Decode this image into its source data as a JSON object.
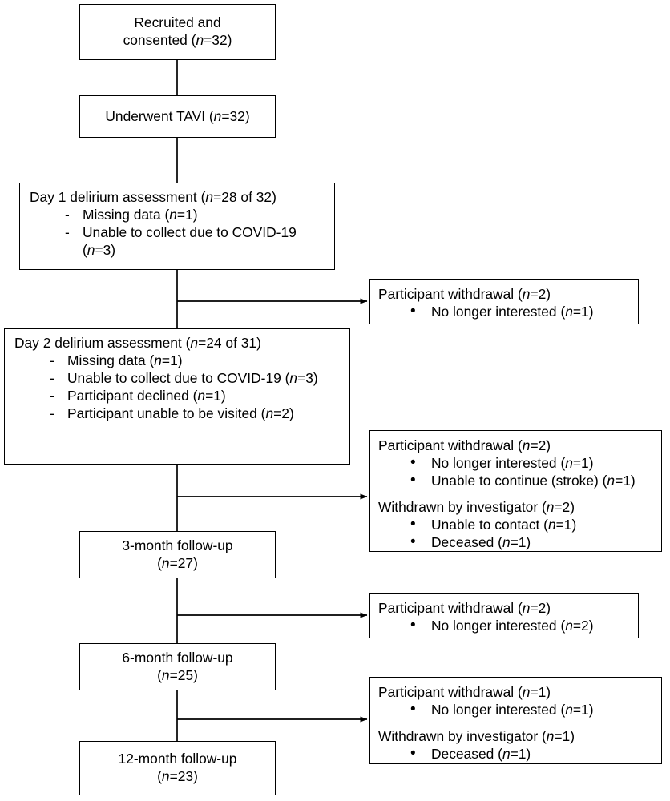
{
  "figure": {
    "kind": "participant-flow-diagram",
    "ink_color": "#000000",
    "background_color": "#ffffff"
  },
  "main_flow": {
    "recruited": {
      "line1": "Recruited and",
      "line2": "consented (n=32)"
    },
    "tavi": {
      "line1": "Underwent TAVI (n=32)"
    },
    "day1": {
      "title": "Day 1 delirium assessment (n=28 of 32)",
      "items": [
        "Missing data (n=1)",
        "Unable to collect due to COVID-19 (n=3)"
      ]
    },
    "day2": {
      "title": "Day 2 delirium assessment (n=24 of 31)",
      "items": [
        "Missing data (n=1)",
        "Unable to collect due to COVID-19 (n=3)",
        "Participant declined (n=1)",
        "Participant unable to be visited (n=2)"
      ]
    },
    "m3": {
      "line1": "3-month follow-up",
      "line2": "(n=27)"
    },
    "m6": {
      "line1": "6-month follow-up",
      "line2": "(n=25)"
    },
    "m12": {
      "line1": "12-month follow-up",
      "line2": "(n=23)"
    }
  },
  "exclusions": {
    "after_day1": {
      "groups": [
        {
          "title": "Participant withdrawal (n=2)",
          "items": [
            "No longer interested (n=1)"
          ]
        }
      ]
    },
    "after_day2": {
      "groups": [
        {
          "title": "Participant withdrawal (n=2)",
          "items": [
            "No longer interested (n=1)",
            "Unable to continue (stroke) (n=1)"
          ]
        },
        {
          "title": "Withdrawn by investigator (n=2)",
          "items": [
            "Unable to contact (n=1)",
            "Deceased (n=1)"
          ]
        }
      ]
    },
    "after_m3": {
      "groups": [
        {
          "title": "Participant withdrawal (n=2)",
          "items": [
            "No longer interested (n=2)"
          ]
        }
      ]
    },
    "after_m6": {
      "groups": [
        {
          "title": "Participant withdrawal (n=1)",
          "items": [
            "No longer interested (n=1)"
          ]
        },
        {
          "title": "Withdrawn by investigator (n=1)",
          "items": [
            "Deceased (n=1)"
          ]
        }
      ]
    }
  }
}
